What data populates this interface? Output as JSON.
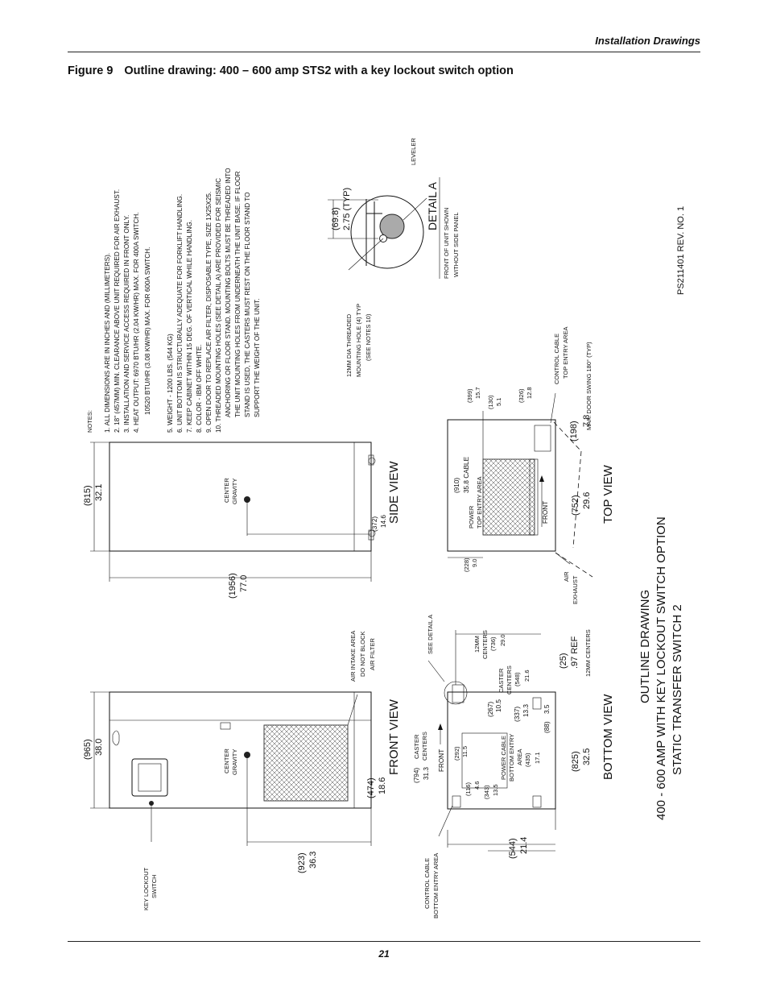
{
  "header": {
    "section": "Installation Drawings"
  },
  "figure": {
    "number": "Figure 9",
    "caption": "Outline drawing: 400 – 600 amp STS2 with a key lockout switch option"
  },
  "notes": {
    "heading": "NOTES:",
    "lines": [
      "1. ALL DIMENSIONS ARE IN INCHES AND (MILLIMETERS).",
      "2. 18\" (457MM) MIN. CLEARANCE ABOVE UNIT REQUIRED FOR AIR EXHAUST.",
      "3. INSTALLATION AND SERVICE ACCESS REQUIRED IN FRONT ONLY.",
      "4. HEAT OUTPUT: 6970 BTU/HR (2.04 KW/HR) MAX. FOR 400A SWITCH.",
      "10520 BTU/HR (3.08 KW/HR) MAX. FOR 600A SWITCH.",
      "5. WEIGHT - 1200 LBS. (544 KG)",
      "6. UNIT BOTTOM IS STRUCTURALLY ADEQUATE FOR FORKLIFT HANDLING.",
      "7. KEEP CABINET WITHIN 15 DEG. OF VERTICAL WHILE HANDLING.",
      "8. COLOR - IBM OFF WHITE.",
      "9. OPEN DOOR TO REPLACE AIR FILTER, DISPOSABLE TYPE, SIZE 1X25X25.",
      "10. THREADED MOUNTING HOLES (SEE DETAIL A) ARE PROVIDED FOR SEISMIC",
      "ANCHORING OR FLOOR STAND. MOUNTING BOLTS MUST BE THREADED INTO",
      "THE UNIT MOUNTING HOLES FROM UNDERNEATH THE UNIT BASE. IF FLOOR",
      "STAND IS USED, THE CASTERS MUST REST ON THE FLOOR STAND TO",
      "SUPPORT THE WEIGHT OF THE UNIT."
    ]
  },
  "detail_a": {
    "title": "DETAIL A",
    "sub1": "FRONT OF UNIT SHOWN",
    "sub2": "WITHOUT SIDE PANEL",
    "dim_mm": "(69.8)",
    "dim_in": "2.75  (TYP)",
    "leveler": "LEVELER",
    "hole1": "12MM DIA THREADED",
    "hole2": "MOUNTING HOLE (4) TYP",
    "hole3": "(SEE NOTES 10)"
  },
  "drawing_no": "PS211401 REV. NO. 1",
  "side_view": {
    "title": "SIDE VIEW",
    "depth_mm": "(815)",
    "depth_in": "32.1",
    "height_mm": "(1956)",
    "height_in": "77.0",
    "cg_mm": "(372)",
    "cg_in": "14.6",
    "cg1": "CENTER",
    "cg2": "GRAVITY"
  },
  "front_view": {
    "title": "FRONT VIEW",
    "width_mm": "(965)",
    "width_in": "38.0",
    "height_mm": "(923)",
    "height_in": "36.3",
    "cg_mm": "(474)",
    "cg_in": "18.6",
    "cg1": "CENTER",
    "cg2": "GRAVITY",
    "key1": "KEY LOCKOUT",
    "key2": "SWITCH",
    "air1": "AIR INTAKE AREA",
    "air2": "DO NOT BLOCK",
    "air3": "AIR FILTER"
  },
  "top_view": {
    "title": "TOP VIEW",
    "power1": "POWER",
    "power2": "TOP ENTRY AREA",
    "d910_mm": "(910)",
    "d910_in": "35.8 CABLE",
    "d399_mm": "(399)",
    "d399_in": "15.7",
    "d130_mm": "(130)",
    "d130_in": "5.1",
    "d326_mm": "(326)",
    "d326_in": "12.8",
    "d228_mm": "(228)",
    "d228_in": "9.0",
    "front": "FRONT",
    "ctrl1": "CONTROL CABLE",
    "ctrl2": "TOP ENTRY AREA",
    "swing": "MAX. DOOR SWING 180° (TYP)",
    "d198_mm": "(198)",
    "d198_in": "7.8",
    "d752_mm": "(752)",
    "d752_in": "29.6",
    "air1": "AIR",
    "air2": "EXHAUST"
  },
  "bottom_view": {
    "title": "BOTTOM VIEW",
    "see_detail": "SEE DETAIL A",
    "c12_1": "12MM",
    "c12_2": "CENTERS",
    "c736": "(736)",
    "c290": "29.0",
    "cast1": "CASTER",
    "cast2": "CENTERS",
    "c548": "(548)",
    "c216": "21.6",
    "c267": "(267)",
    "c105": "10.5",
    "c337": "(337)",
    "c133b": "13.3",
    "c88": "(88)",
    "c35": "3.5",
    "c25": "(25)",
    "c97": ".97 REF",
    "c12mm": "12MM CENTERS",
    "c825": "(825)",
    "c325": "32.5",
    "c544": "(544)",
    "c214": "21.4",
    "c794": "(794)",
    "c313": "31.3",
    "cc1": "CASTER",
    "cc2": "CENTERS",
    "front": "FRONT",
    "c292": "(292)",
    "c115": "11.5",
    "c116": "(116)",
    "c46": "4.6",
    "c343": "(343)",
    "c135": "13.5",
    "pc1": "POWER CABLE",
    "pc2": "BOTTOM ENTRY",
    "pc3": "AREA",
    "c435": "(435)",
    "c171": "17.1",
    "ctrl1": "CONTROL CABLE",
    "ctrl2": "BOTTOM ENTRY AREA"
  },
  "title_block": {
    "l1": "OUTLINE DRAWING",
    "l2": "400 - 600 AMP WITH KEY LOCKOUT SWITCH OPTION",
    "l3": "STATIC TRANSFER SWITCH 2"
  },
  "page_number": "21"
}
